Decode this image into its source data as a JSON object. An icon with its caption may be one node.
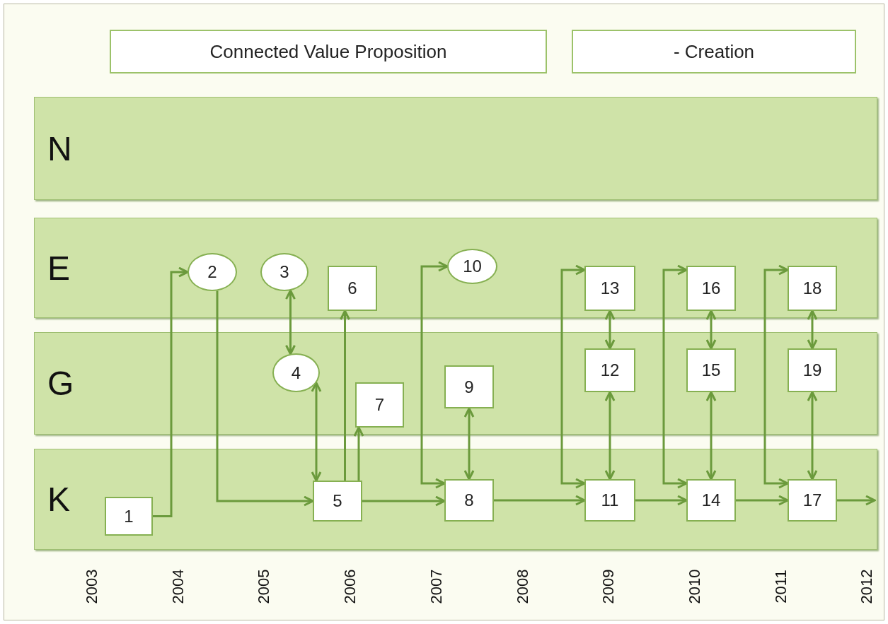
{
  "diagram": {
    "nodes": [
      {
        "text": [
          "Connected Value Proposition"
        ]
      },
      {
        "text": [
          "- Creation"
        ]
      },
      {
        "text": [
          "N"
        ]
      },
      {
        "text": [
          "E"
        ]
      },
      {
        "text": [
          "G"
        ]
      },
      {
        "text": [
          "K"
        ]
      },
      {
        "text": [
          "1"
        ],
        "in": 5
      },
      {
        "text": [
          "2"
        ],
        "in": 3
      },
      {
        "text": [
          "3"
        ],
        "in": 3
      },
      {
        "text": [
          "4"
        ],
        "in": 4
      },
      {
        "text": [
          "5"
        ],
        "in": 5
      },
      {
        "text": [
          "6"
        ],
        "in": 3
      },
      {
        "text": [
          "7"
        ],
        "in": 4
      },
      {
        "text": [
          "8"
        ],
        "in": 5
      },
      {
        "text": [
          "9"
        ],
        "in": 4
      },
      {
        "text": [
          "10"
        ],
        "in": 3
      },
      {
        "text": [
          "11"
        ],
        "in": 5
      },
      {
        "text": [
          "12"
        ],
        "in": 4
      },
      {
        "text": [
          "13"
        ],
        "in": 3
      },
      {
        "text": [
          "14"
        ],
        "in": 5
      },
      {
        "text": [
          "15"
        ],
        "in": 4
      },
      {
        "text": [
          "16"
        ],
        "in": 3
      },
      {
        "text": [
          "17"
        ],
        "in": 5
      },
      {
        "text": [
          "18"
        ],
        "in": 3
      },
      {
        "text": [
          "19"
        ],
        "in": 4
      }
    ],
    "edges": [
      {
        "from": 6,
        "to": 7,
        "arrow": "to"
      },
      {
        "from": 7,
        "to": 10,
        "arrow": "to"
      },
      {
        "from": 8,
        "to": 9,
        "arrow": "both"
      },
      {
        "from": 9,
        "to": 10,
        "arrow": "both"
      },
      {
        "from": 10,
        "to": 11,
        "arrow": "to"
      },
      {
        "from": 10,
        "to": 12,
        "arrow": "to"
      },
      {
        "from": 10,
        "to": 13,
        "arrow": "to"
      },
      {
        "from": 13,
        "to": 15,
        "arrow": "both"
      },
      {
        "from": 14,
        "to": 13,
        "arrow": "both"
      },
      {
        "from": 13,
        "to": 16,
        "arrow": "to"
      },
      {
        "from": 16,
        "to": 18,
        "arrow": "both"
      },
      {
        "from": 18,
        "to": 17,
        "arrow": "both"
      },
      {
        "from": 17,
        "to": 16,
        "arrow": "both"
      },
      {
        "from": 16,
        "to": 19,
        "arrow": "to"
      },
      {
        "from": 19,
        "to": 21,
        "arrow": "both"
      },
      {
        "from": 21,
        "to": 20,
        "arrow": "both"
      },
      {
        "from": 20,
        "to": 19,
        "arrow": "both"
      },
      {
        "from": 19,
        "to": 22,
        "arrow": "to"
      },
      {
        "from": 22,
        "to": 23,
        "arrow": "both"
      },
      {
        "from": 23,
        "to": 24,
        "arrow": "both"
      },
      {
        "from": 24,
        "to": 22,
        "arrow": "both"
      },
      {
        "from": 22,
        "to": null,
        "arrow": "to"
      }
    ],
    "labels": [
      "2003",
      "2004",
      "2005",
      "2006",
      "2007",
      "2008",
      "2009",
      "2010",
      "2011",
      "2012"
    ]
  }
}
